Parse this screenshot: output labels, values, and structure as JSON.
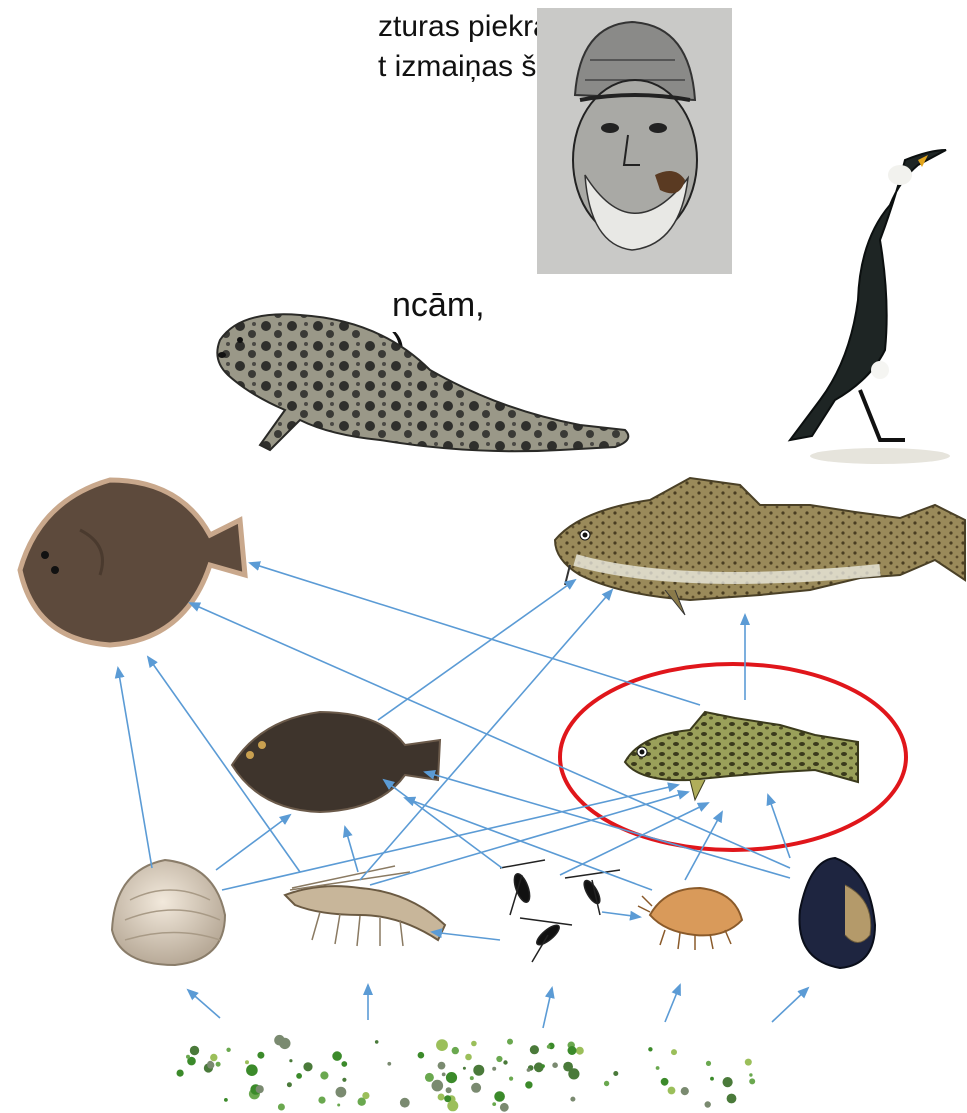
{
  "slide": {
    "text_lines": [
      "zturas piekrastē",
      "t izmaiņas šo sugu",
      "ncām,",
      ")"
    ]
  },
  "colors": {
    "arrow": "#5b9bd5",
    "highlight": "#e0161b"
  },
  "species": {
    "fisherman": "fisherman-portrait",
    "cormorant": "cormorant",
    "seal": "grey-seal",
    "turbot": "turbot",
    "cod": "cod",
    "flounder": "flounder",
    "goby": "round-goby",
    "clam": "clam",
    "shrimp": "shrimp",
    "zooplankton": "copepods",
    "amphipod": "amphipod",
    "mussel": "blue-mussel",
    "phytoplankton": "phytoplankton"
  }
}
